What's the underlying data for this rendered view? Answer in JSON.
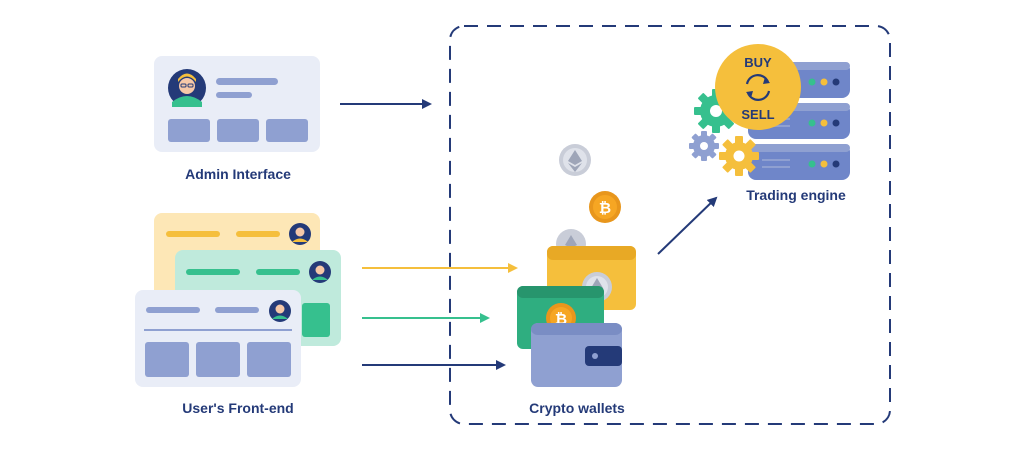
{
  "labels": {
    "admin_interface": "Admin Interface",
    "users_front_end": "User's Front-end",
    "crypto_wallets": "Crypto wallets",
    "trading_engine": "Trading engine"
  },
  "badge": {
    "buy": "BUY",
    "sell": "SELL",
    "icon": "refresh-arrows-icon"
  },
  "coins": {
    "bitcoin_symbol": "₿",
    "icons": [
      "ethereum-coin-icon",
      "bitcoin-coin-icon"
    ]
  },
  "colors": {
    "navy": "#243a78",
    "admin_card": "#e9edf7",
    "yellow": "#f5bf3c",
    "green": "#36c08e",
    "blue_card": "#8fa0d1",
    "server": "#6f86c9"
  }
}
